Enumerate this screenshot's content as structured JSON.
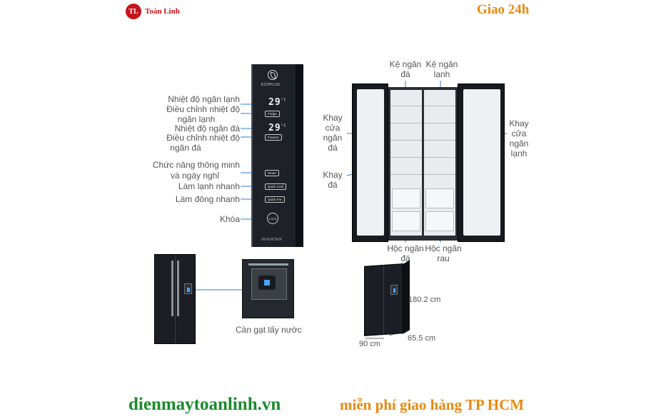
{
  "header": {
    "logo_mark": "TL",
    "brand": "Toàn Linh",
    "delivery": "Giao 24h"
  },
  "control_panel": {
    "eco_label": "ECOPLUS",
    "fridge_temp": "29",
    "freezer_temp": "29",
    "unit": "°C",
    "fridge_button": "Fridge",
    "freezer_button": "Freezer",
    "smart_button": "Smart",
    "quick_cool_button": "Quick Cool",
    "quick_fre_button": "Quick Fre",
    "lock_button": "LOCK",
    "brand_line": "INVERTER",
    "labels": {
      "fridge_temp_1": "Nhiệt độ ngăn lạnh",
      "fridge_adjust_1": "Điều chỉnh nhiệt độ",
      "fridge_adjust_2": "ngăn lạnh",
      "freezer_temp": "Nhiệt độ ngăn đá",
      "freezer_adjust_1": "Điều chỉnh nhiệt độ",
      "freezer_adjust_2": "ngăn đá",
      "smart_1": "Chức năng thông minh",
      "smart_2": "và ngày nghỉ",
      "quick_cool": "Làm lạnh nhanh",
      "quick_freeze": "Làm đông nhanh",
      "lock": "Khóa"
    }
  },
  "interior": {
    "freezer_shelf": [
      "Kệ ngăn",
      "đá"
    ],
    "fridge_shelf": [
      "Kệ ngăn",
      "lạnh"
    ],
    "freezer_door_tray": [
      "Khay",
      "cửa",
      "ngăn",
      "đá"
    ],
    "ice_tray": [
      "Khay",
      "đá"
    ],
    "fridge_door_tray": [
      "Khay",
      "cửa",
      "ngăn",
      "lạnh"
    ],
    "freezer_drawer": [
      "Hộc ngăn",
      "đá"
    ],
    "vegetable_drawer": [
      "Hộc ngăn",
      "rau"
    ]
  },
  "dispenser": {
    "caption": "Cần gạt lấy nước"
  },
  "dimensions": {
    "height": "180.2 cm",
    "depth": "65.5 cm",
    "width": "90 cm"
  },
  "footer": {
    "site": "dienmaytoanlinh.vn",
    "promo": "miễn phí giao hàng TP HCM"
  },
  "colors": {
    "brand_red": "#c4161c",
    "accent_orange": "#e8890c",
    "site_green": "#1a8a2a",
    "callout_blue": "#2a7fd4"
  }
}
